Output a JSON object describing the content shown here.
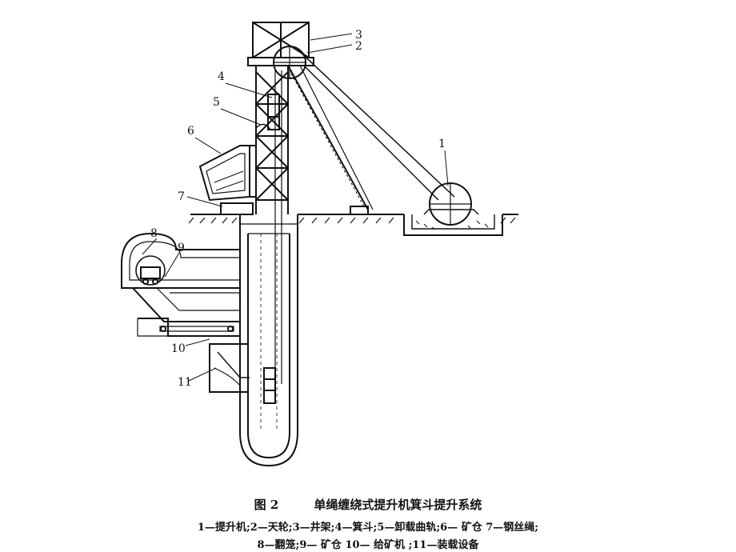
{
  "figure": {
    "number": "图 2",
    "title": "单绳缠绕式提升机箕斗提升系统"
  },
  "legend": {
    "line1": "1—提升机;2—天轮;3—井架;4—箕斗;5—卸载曲轨;6— 矿仓 7—钢丝绳;",
    "line2": "8—翻笼;9— 矿仓 10— 给矿机 ;11—装载设备"
  },
  "callouts": {
    "c1": "1",
    "c2": "2",
    "c3": "3",
    "c4": "4",
    "c5": "5",
    "c6": "6",
    "c7": "7",
    "c8": "8",
    "c9": "9",
    "c10": "10",
    "c11": "11"
  },
  "colors": {
    "ink": "#111111",
    "background": "#ffffff"
  }
}
